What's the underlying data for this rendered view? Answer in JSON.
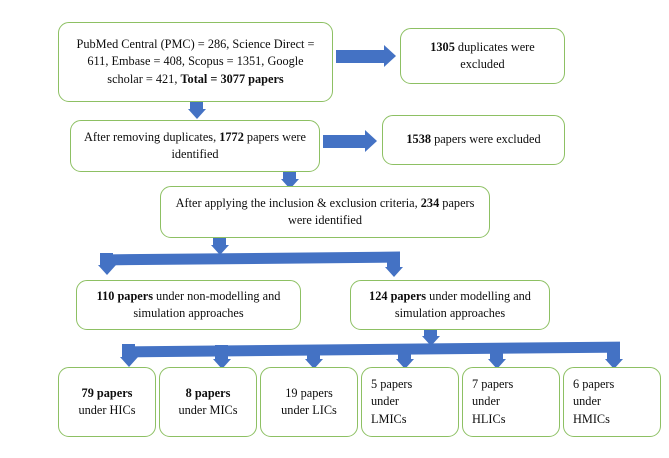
{
  "diagram": {
    "title": "PRISMA-style literature screening flowchart",
    "colors": {
      "box_border": "#8DC063",
      "box_fill": "#ffffff",
      "arrow": "#4472C4",
      "text": "#0d0d0d"
    },
    "boxes": {
      "sources": {
        "name": "sources-box",
        "line1_pre": "PubMed Central (PMC) = 286, Science Direct =",
        "line2_pre": "611, Embase = 408, Scopus = 1351, Google",
        "line3_pre": "scholar = 421, ",
        "line3_bold": "Total = 3077 papers"
      },
      "duplicates_excluded": {
        "name": "duplicates-excluded-box",
        "bold": "1305",
        "rest": " duplicates were excluded"
      },
      "after_duplicates": {
        "name": "after-removing-duplicates-box",
        "pre": "After removing duplicates, ",
        "bold": "1772",
        "post": " papers were identified"
      },
      "papers_excluded": {
        "name": "papers-excluded-box",
        "bold": "1538",
        "rest": " papers were excluded"
      },
      "after_criteria": {
        "name": "after-criteria-box",
        "pre": "After applying the inclusion & exclusion criteria, ",
        "bold": "234",
        "post": " papers were identified"
      },
      "non_modelling": {
        "name": "non-modelling-box",
        "bold": "110 papers",
        "rest": " under non-modelling and simulation approaches"
      },
      "modelling": {
        "name": "modelling-box",
        "bold": "124 papers",
        "rest": " under modelling and simulation approaches"
      }
    },
    "income_groups": [
      {
        "name": "hics-box",
        "bold": "79 papers",
        "bold_flag": true,
        "line2": "under HICs",
        "align": "center"
      },
      {
        "name": "mics-box",
        "bold": "8 papers",
        "bold_flag": true,
        "line2": "under MICs",
        "align": "center"
      },
      {
        "name": "lics-box",
        "bold": "19 papers",
        "bold_flag": false,
        "line2": "under LICs",
        "align": "center"
      },
      {
        "name": "lmics-box",
        "bold": "5 papers",
        "bold_flag": false,
        "line2": "under",
        "line3": "LMICs",
        "align": "left"
      },
      {
        "name": "hlics-box",
        "bold": "7 papers",
        "bold_flag": false,
        "line2": "under",
        "line3": "HLICs",
        "align": "left"
      },
      {
        "name": "hmics-box",
        "bold": "6 papers",
        "bold_flag": false,
        "line2": "under",
        "line3": "HMICs",
        "align": "left"
      }
    ]
  }
}
